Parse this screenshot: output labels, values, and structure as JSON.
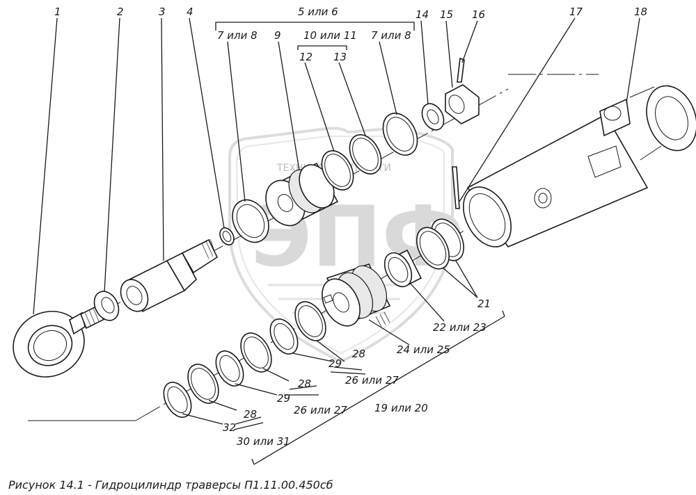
{
  "caption": "Рисунок 14.1 - Гидроцилиндр траверсы П1.11.00.450сб",
  "watermark": {
    "top_text": "ТЕХНИКА И ЗАПЧАСТИ",
    "logo_text": "ЭПФ"
  },
  "callouts": [
    {
      "id": "c1",
      "text": "1"
    },
    {
      "id": "c2",
      "text": "2"
    },
    {
      "id": "c3",
      "text": "3"
    },
    {
      "id": "c4",
      "text": "4"
    },
    {
      "id": "c5_6",
      "text": "5 или 6"
    },
    {
      "id": "c7_8a",
      "text": "7 или 8"
    },
    {
      "id": "c9",
      "text": "9"
    },
    {
      "id": "c10_11",
      "text": "10 или 11"
    },
    {
      "id": "c12",
      "text": "12"
    },
    {
      "id": "c13",
      "text": "13"
    },
    {
      "id": "c7_8b",
      "text": "7 или 8"
    },
    {
      "id": "c14",
      "text": "14"
    },
    {
      "id": "c15",
      "text": "15"
    },
    {
      "id": "c16",
      "text": "16"
    },
    {
      "id": "c17",
      "text": "17"
    },
    {
      "id": "c18",
      "text": "18"
    },
    {
      "id": "c21",
      "text": "21"
    },
    {
      "id": "c22_23",
      "text": "22 или 23"
    },
    {
      "id": "c24_25",
      "text": "24 или 25"
    },
    {
      "id": "c19_20",
      "text": "19 или 20"
    },
    {
      "id": "c28a",
      "text": "28"
    },
    {
      "id": "c29a",
      "text": "29"
    },
    {
      "id": "c26_27a",
      "text": "26 или 27"
    },
    {
      "id": "c28b",
      "text": "28"
    },
    {
      "id": "c29b",
      "text": "29"
    },
    {
      "id": "c26_27b",
      "text": "26 или 27"
    },
    {
      "id": "c28c",
      "text": "28"
    },
    {
      "id": "c32",
      "text": "32"
    },
    {
      "id": "c30_31",
      "text": "30 или 31"
    }
  ],
  "parts": [
    "eye-end",
    "washer",
    "rod",
    "o-ring-small",
    "guide-bushing",
    "guide-seal",
    "guide-ring-a",
    "guide-ring-b",
    "guide-bushing-ring",
    "washer-top",
    "nut",
    "cotter-pin-top",
    "cotter-pin",
    "cylinder-body",
    "piston",
    "piston-rings",
    "piston-bushing",
    "seal-sets"
  ]
}
